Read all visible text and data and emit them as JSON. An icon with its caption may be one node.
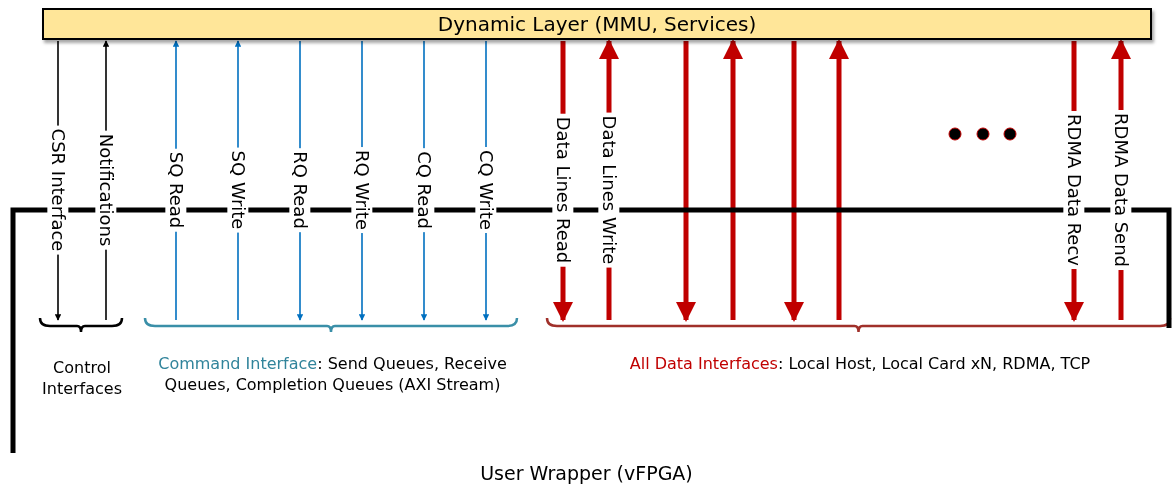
{
  "diagram": {
    "nodes": [
      {
        "text": [
          "Dynamic Layer (MMU, Services)"
        ]
      },
      {
        "text": [
          "User Wrapper (vFPGA)"
        ]
      }
    ],
    "edges": [
      {
        "from": 0,
        "to": 1,
        "arrow": "to",
        "label": "CSR Interface",
        "color": "#000000"
      },
      {
        "from": 1,
        "to": 0,
        "arrow": "to",
        "label": "Notifications",
        "color": "#000000"
      },
      {
        "from": 1,
        "to": 0,
        "arrow": "to",
        "label": "SQ Read",
        "color": "#0070c0"
      },
      {
        "from": 1,
        "to": 0,
        "arrow": "to",
        "label": "SQ Write",
        "color": "#0070c0"
      },
      {
        "from": 0,
        "to": 1,
        "arrow": "to",
        "label": "RQ Read",
        "color": "#0070c0"
      },
      {
        "from": 0,
        "to": 1,
        "arrow": "to",
        "label": "RQ Write",
        "color": "#0070c0"
      },
      {
        "from": 0,
        "to": 1,
        "arrow": "to",
        "label": "CQ Read",
        "color": "#0070c0"
      },
      {
        "from": 0,
        "to": 1,
        "arrow": "to",
        "label": "CQ Write",
        "color": "#0070c0"
      },
      {
        "from": 0,
        "to": 1,
        "arrow": "to",
        "label": "Data Lines Read",
        "style": "thick",
        "color": "#c00000"
      },
      {
        "from": 1,
        "to": 0,
        "arrow": "to",
        "label": "Data Lines Write",
        "style": "thick",
        "color": "#c00000"
      },
      {
        "from": 0,
        "to": 1,
        "arrow": "to",
        "style": "thick",
        "color": "#c00000"
      },
      {
        "from": 1,
        "to": 0,
        "arrow": "to",
        "style": "thick",
        "color": "#c00000"
      },
      {
        "from": 0,
        "to": 1,
        "arrow": "to",
        "style": "thick",
        "color": "#c00000"
      },
      {
        "from": 1,
        "to": 0,
        "arrow": "to",
        "style": "thick",
        "color": "#c00000"
      },
      {
        "from": 0,
        "to": 1,
        "arrow": "to",
        "label": "RDMA Data Recv",
        "style": "thick",
        "color": "#c00000"
      },
      {
        "from": 1,
        "to": 0,
        "arrow": "to",
        "label": "RDMA Data Send",
        "style": "thick",
        "color": "#c00000"
      }
    ],
    "labels": [
      "Control Interfaces",
      "Command Interface: Send Queues, Receive Queues, Completion Queues (AXI Stream)",
      "All Data Interfaces: Local Host, Local Card xN, RDMA, TCP"
    ]
  }
}
